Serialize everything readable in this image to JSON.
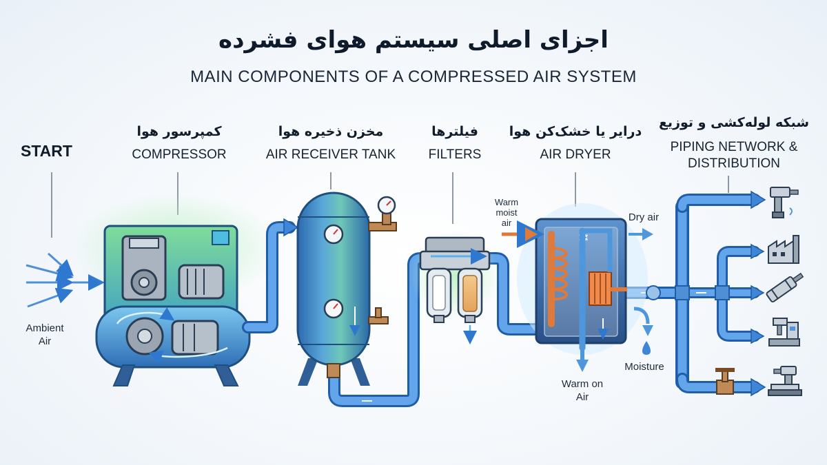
{
  "title_fa": "اجزای اصلی سیستم هوای فشرده",
  "title_en": "MAIN COMPONENTS OF A COMPRESSED AIR SYSTEM",
  "start": "START",
  "components": [
    {
      "fa": "کمپرسور هوا",
      "en": "COMPRESSOR"
    },
    {
      "fa": "مخزن ذخیره هوا",
      "en": "AIR RECEIVER TANK"
    },
    {
      "fa": "فیلترها",
      "en": "FILTERS"
    },
    {
      "fa": "درایر یا خشک‌کن هوا",
      "en": "AIR DRYER"
    },
    {
      "fa": "شبکه لوله‌کشی و توزیع",
      "en_line1": "PIPING NETWORK &",
      "en_line2": "DISTRIBUTION"
    }
  ],
  "annotations": {
    "ambient_line1": "Ambient",
    "ambient_line2": "Air",
    "warm_moist_line1": "Warm",
    "warm_moist_line2": "moist",
    "warm_moist_line3": "air",
    "dry_air": "Dry air",
    "moisture": "Moisture",
    "warm_on_line1": "Warm on",
    "warm_on_line2": "Air"
  },
  "icons": [
    "drill-icon",
    "factory-icon",
    "pneumatic-cylinder-icon",
    "machine-tool-icon",
    "drill-press-icon"
  ],
  "colors": {
    "pipe": "#3f86d6",
    "pipe_dark": "#1f5da8",
    "machine": "#3d7fc3",
    "panel_green": "#6fcf8a",
    "hot": "#e07a3a",
    "text": "#111c2b"
  }
}
